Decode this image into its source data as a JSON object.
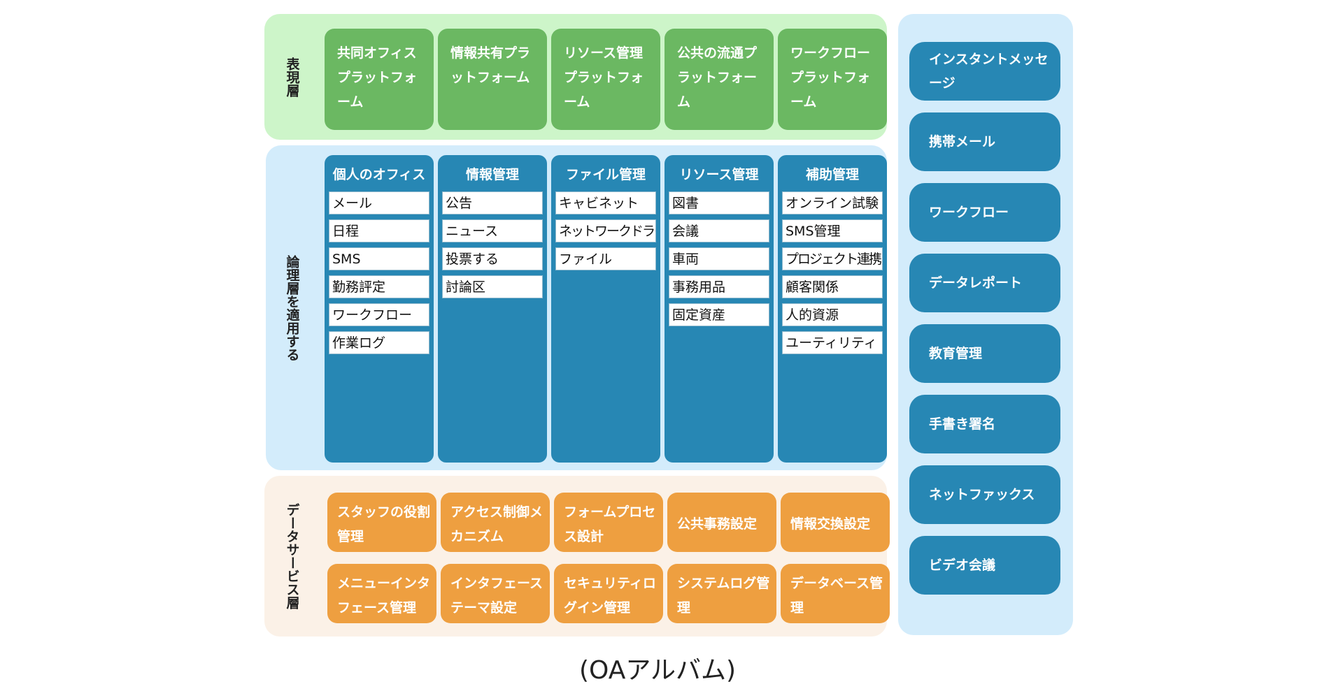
{
  "presentation_layer": {
    "label": "表現層",
    "items": [
      "共同オフィスプラットフォーム",
      "情報共有プラットフォーム",
      "リソース管理プラットフォーム",
      "公共の流通プラットフォーム",
      "ワークフロープラットフォーム"
    ]
  },
  "logic_layer": {
    "label": "論理層を適用する",
    "columns": [
      {
        "title": "個人のオフィス",
        "items": [
          "メール",
          "日程",
          "SMS",
          "勤務評定",
          "ワークフロー",
          "作業ログ"
        ]
      },
      {
        "title": "情報管理",
        "items": [
          "公告",
          "ニュース",
          "投票する",
          "討論区"
        ]
      },
      {
        "title": "ファイル管理",
        "items": [
          "キャビネット",
          "ネットワークドライブ",
          "ファイル"
        ]
      },
      {
        "title": "リソース管理",
        "items": [
          "図書",
          "会議",
          "車両",
          "事務用品",
          "固定資産"
        ]
      },
      {
        "title": "補助管理",
        "items": [
          "オンライン試験",
          "SMS管理",
          "プロジェクト連携",
          "顧客関係",
          "人的資源",
          "ユーティリティ"
        ]
      }
    ]
  },
  "data_layer": {
    "label": "データサービス層",
    "items": [
      "スタッフの役割管理",
      "アクセス制御メカニズム",
      "フォームプロセス設計",
      "公共事務設定",
      "情報交換設定",
      "メニューインタフェース管理",
      "インタフェーステーマ設定",
      "セキュリティログイン管理",
      "システムログ管理",
      "データベース管理"
    ]
  },
  "side_panel": {
    "items": [
      "インスタントメッセージ",
      "携帯メール",
      "ワークフロー",
      "データレポート",
      "教育管理",
      "手書き署名",
      "ネットファックス",
      "ビデオ会議"
    ]
  },
  "caption": "(OAアルバム)"
}
